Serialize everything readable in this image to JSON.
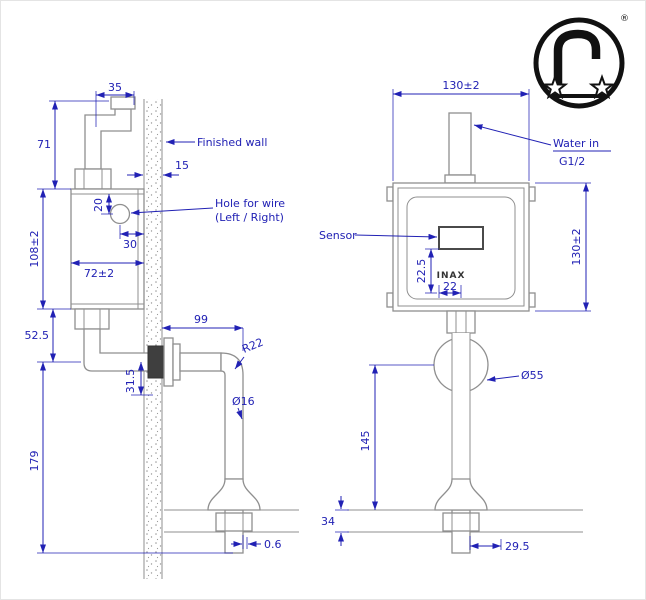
{
  "colors": {
    "dimension_blue": "#2121b4",
    "drawing_gray": "#8f8f8f",
    "dark_fill": "#3f3f3f",
    "logo_black": "#111111"
  },
  "side_view": {
    "labels": {
      "finished_wall": "Finished wall",
      "hole_for_wire_1": "Hole for wire",
      "hole_for_wire_2": "(Left / Right)"
    },
    "dims": {
      "d35": "35",
      "d71": "71",
      "d15": "15",
      "d20": "20",
      "d30": "30",
      "d108": "108±2",
      "d72": "72±2",
      "d52_5": "52.5",
      "d99": "99",
      "r22": "R22",
      "d31_5": "31.5",
      "dia16": "Ø16",
      "d179": "179",
      "d0_6": "0.6"
    }
  },
  "front_view": {
    "labels": {
      "water_in_1": "Water in",
      "water_in_2": "G1/2",
      "sensor": "Sensor",
      "brand": "INAX"
    },
    "dims": {
      "d130_top": "130±2",
      "d22_5": "22.5",
      "d22": "22",
      "d130_right": "130±2",
      "dia55": "Ø55",
      "d145": "145",
      "d34": "34",
      "d29_5": "29.5"
    }
  },
  "logo": {
    "registered": "®"
  }
}
